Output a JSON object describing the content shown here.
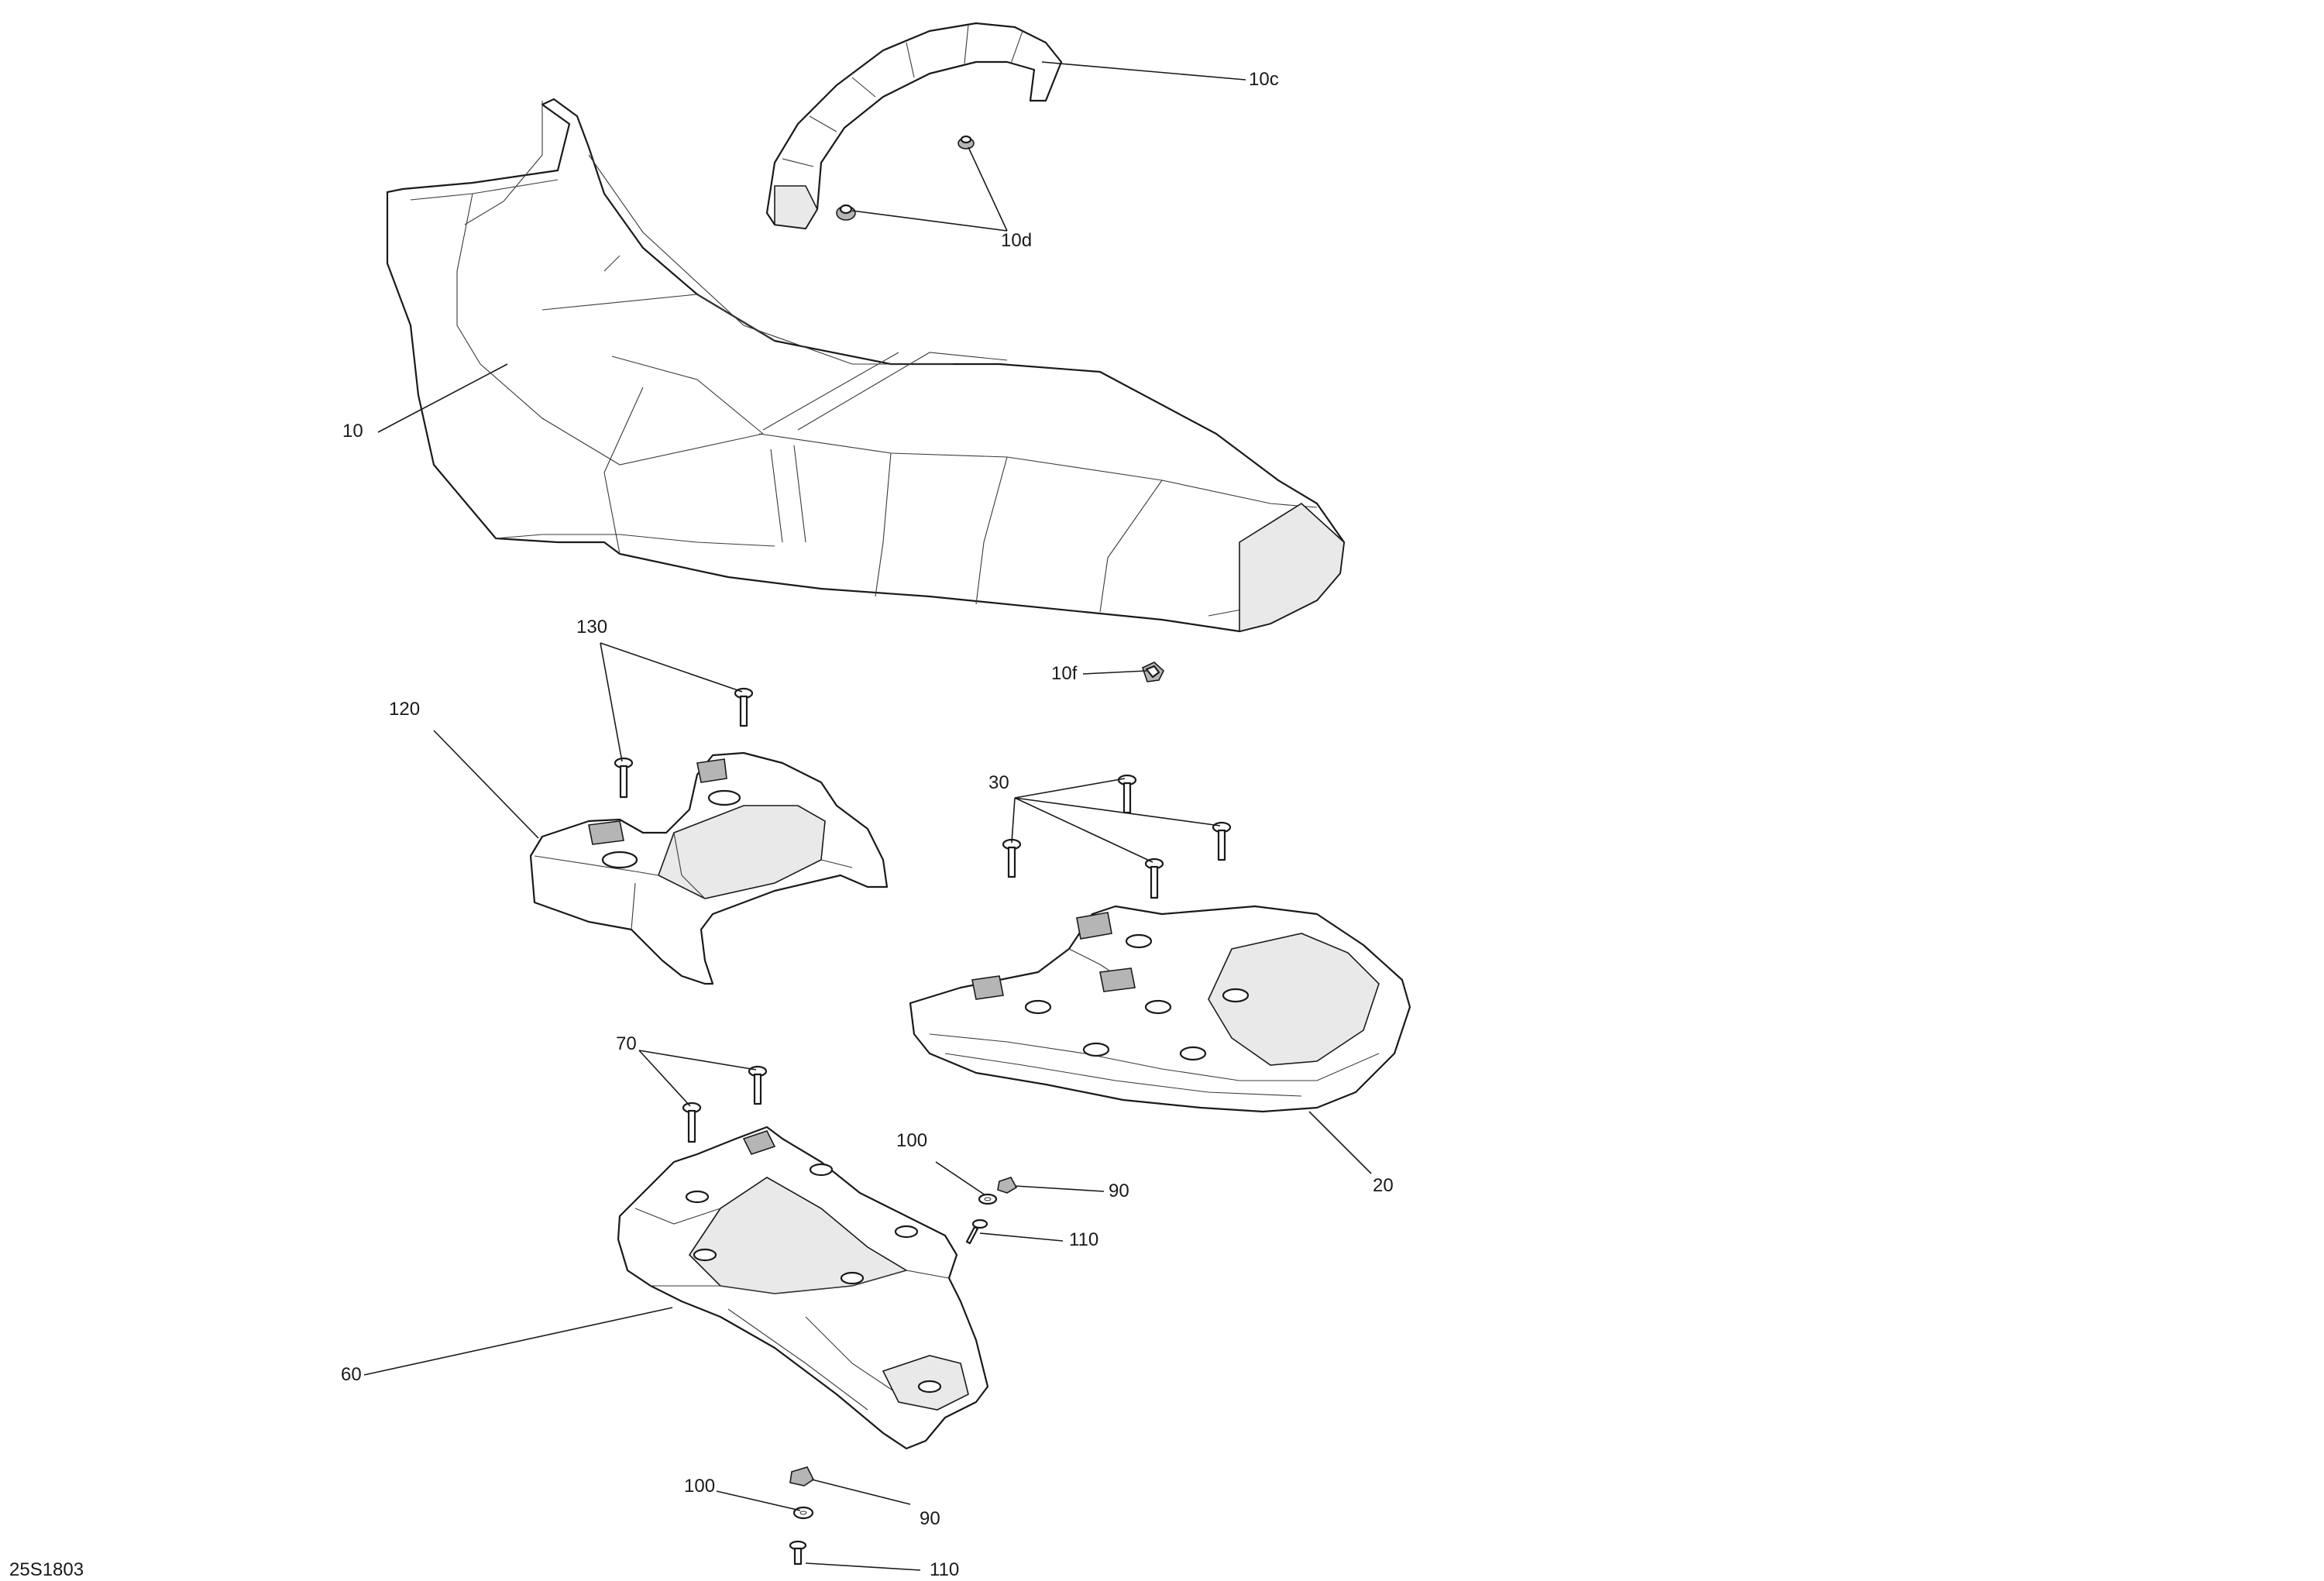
{
  "diagram_id": "25S1803",
  "callouts": {
    "c10": "10",
    "c10c": "10c",
    "c10d": "10d",
    "c10f": "10f",
    "c130": "130",
    "c120": "120",
    "c30": "30",
    "c20": "20",
    "c70": "70",
    "c100a": "100",
    "c90a": "90",
    "c110a": "110",
    "c60": "60",
    "c100b": "100",
    "c90b": "90",
    "c110b": "110"
  }
}
